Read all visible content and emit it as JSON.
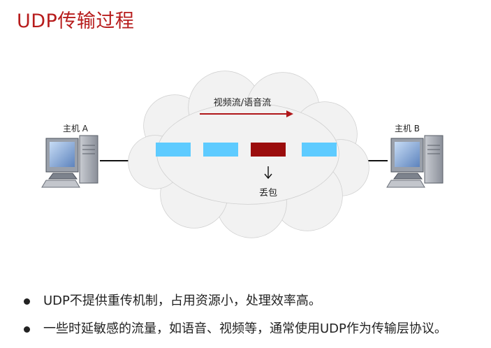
{
  "title": "UDP传输过程",
  "diagram": {
    "host_a_label": "主机 A",
    "host_b_label": "主机 B",
    "stream_label": "视频流/语音流",
    "drop_label": "丢包",
    "colors": {
      "normal_packet": "#5ecbff",
      "lost_packet": "#9b0d0d",
      "arrow": "#b0171a",
      "cloud_fill": "#f2f2f2",
      "cloud_stroke": "#cfcfcf"
    }
  },
  "bullets": [
    "UDP不提供重传机制，占用资源小，处理效率高。",
    "一些时延敏感的流量，如语音、视频等，通常使用UDP作为传输层协议。"
  ]
}
